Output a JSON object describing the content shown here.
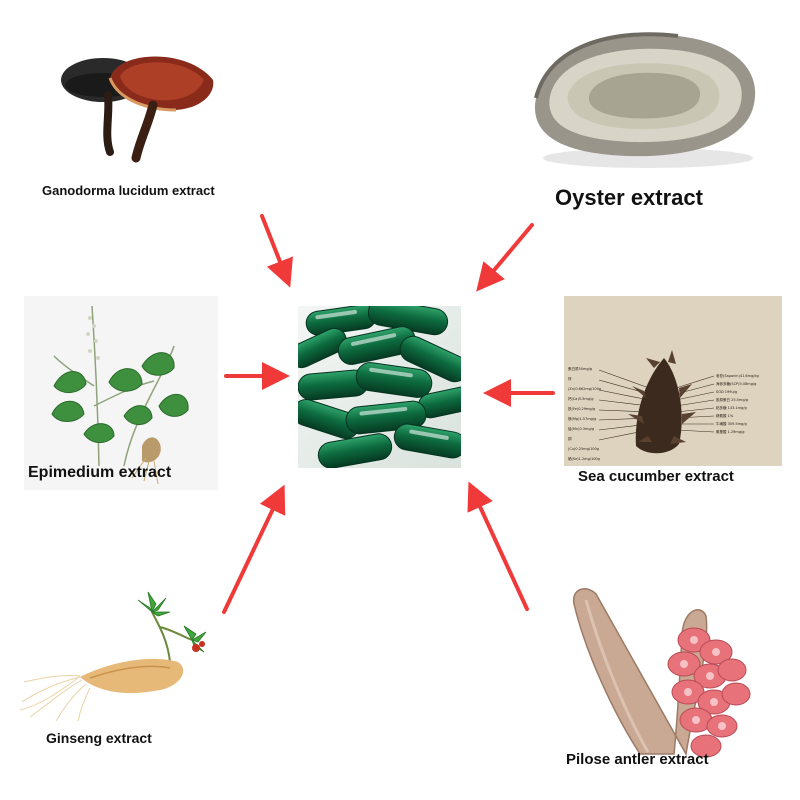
{
  "labels": {
    "ganoderma": "Ganodorma lucidum extract",
    "oyster": "Oyster extract",
    "epimedium": "Epimedium extract",
    "sea_cucumber": "Sea cucumber extract",
    "ginseng": "Ginseng extract",
    "antler": "Pilose antler extract"
  },
  "sea_cucumber_annotations": {
    "left": [
      "蛋白质50mg/g",
      "锌(Zn)0.662mg/100g",
      "钙(Ca)5.5mg/g",
      "铁(Fe)0.29mg/g",
      "镁(Mg)1.57mg/g",
      "锰(Mn)0.3mg/g",
      "铜(Cu)0.25mg/100g",
      "硒(Se)1.2mg/100g"
    ],
    "right": [
      "皂苷(Saponin)41.6mg/kg",
      "海参多糖(SCP)5.08mg/g",
      "SOD 199u/g",
      "胶原蛋白 25.5mg/g",
      "粘多糖 143.1mg/g",
      "精氨酸 1%",
      "牛磺酸 309.5mg/g",
      "氨基酸 1.29mg/g"
    ]
  },
  "colors": {
    "arrow": "#f03a3a",
    "capsule": "#0d6b3f",
    "capsule_dark": "#074326"
  }
}
